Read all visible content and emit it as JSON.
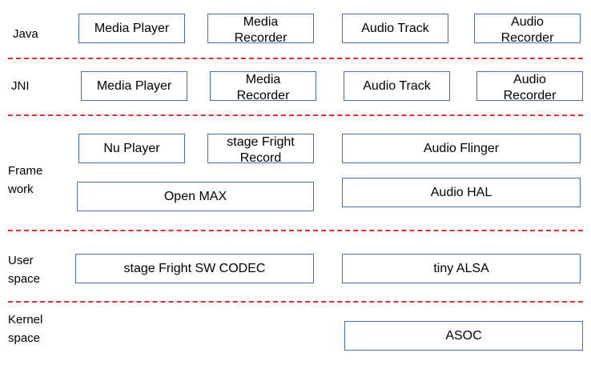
{
  "layers": {
    "java": "Java",
    "jni": "JNI",
    "framework": "Frame\nwork",
    "user_space": "User\nspace",
    "kernel_space": "Kernel\nspace"
  },
  "java": {
    "media_player": "Media Player",
    "media_recorder": "Media\nRecorder",
    "audio_track": "Audio Track",
    "audio_recorder": "Audio\nRecorder"
  },
  "jni": {
    "media_player": "Media Player",
    "media_recorder": "Media\nRecorder",
    "audio_track": "Audio Track",
    "audio_recorder": "Audio\nRecorder"
  },
  "framework": {
    "nu_player": "Nu Player",
    "stagefright_record": "stage Fright\nRecord",
    "audio_flinger": "Audio Flinger",
    "open_max": "Open MAX",
    "audio_hal": "Audio HAL"
  },
  "user_space": {
    "stagefright_codec": "stage Fright  SW  CODEC",
    "tiny_alsa": "tiny ALSA"
  },
  "kernel_space": {
    "asoc": "ASOC"
  }
}
